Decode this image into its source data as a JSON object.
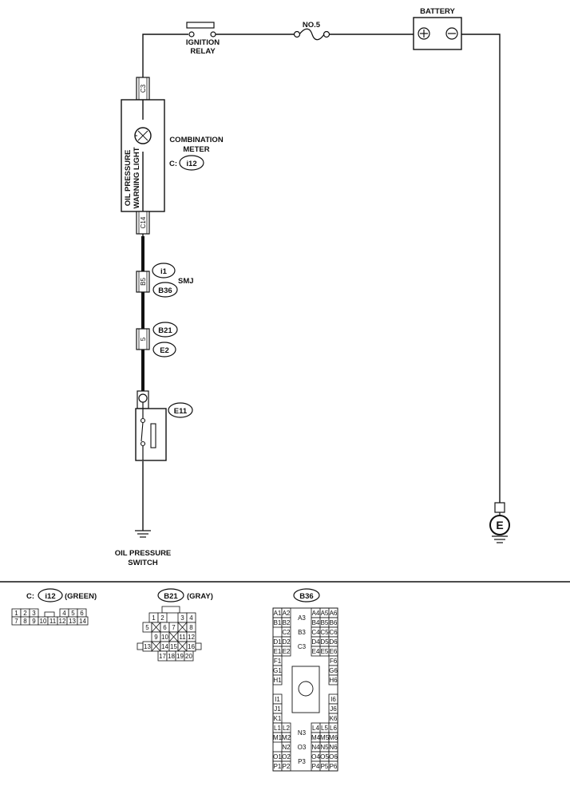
{
  "labels": {
    "battery": "BATTERY",
    "fuse": "NO.5",
    "ignition_relay_1": "IGNITION",
    "ignition_relay_2": "RELAY",
    "combination_meter_1": "COMBINATION",
    "combination_meter_2": "METER",
    "oil_light_1": "OIL PRESSURE",
    "oil_light_2": "WARNING LIGHT",
    "smj": "SMJ",
    "oil_switch_1": "OIL PRESSURE",
    "oil_switch_2": "SWITCH",
    "ground": "E",
    "c_prefix": "C:"
  },
  "connectors": {
    "c3": "C3",
    "c14": "C14",
    "b5": "B5",
    "pin5": "5",
    "i12": "i12",
    "i1": "i1",
    "b36": "B36",
    "b21": "B21",
    "e2": "E2",
    "e11": "E11"
  },
  "legend": {
    "i12": {
      "prefix": "C:",
      "id": "i12",
      "color": "(GREEN)",
      "row1": [
        "1",
        "2",
        "3",
        "4",
        "5",
        "6"
      ],
      "row2": [
        "7",
        "8",
        "9",
        "10",
        "11",
        "12",
        "13",
        "14"
      ]
    },
    "b21": {
      "id": "B21",
      "color": "(GRAY)",
      "pins": [
        "1",
        "2",
        "3",
        "4",
        "5",
        "6",
        "7",
        "8",
        "9",
        "10",
        "11",
        "12",
        "13",
        "14",
        "15",
        "16",
        "17",
        "18",
        "19",
        "20"
      ]
    },
    "b36": {
      "id": "B36",
      "left": [
        "A1",
        "A2",
        "B1",
        "B2",
        "C2",
        "D1",
        "D2",
        "E1",
        "E2",
        "F1",
        "G1",
        "H1",
        "I1",
        "J1",
        "K1",
        "L1",
        "L2",
        "M1",
        "M2",
        "N2",
        "O1",
        "O2",
        "P1",
        "P2"
      ],
      "right": [
        "A4",
        "A5",
        "A6",
        "B4",
        "B5",
        "B6",
        "C4",
        "C5",
        "C6",
        "D4",
        "D5",
        "D6",
        "E4",
        "E5",
        "E6",
        "F6",
        "G6",
        "H6",
        "I6",
        "J6",
        "K6",
        "L4",
        "L5",
        "L6",
        "M4",
        "M5",
        "M6",
        "N4",
        "N5",
        "N6",
        "O4",
        "O5",
        "O6",
        "P4",
        "P5",
        "P6"
      ],
      "middle": [
        "A3",
        "B3",
        "C3",
        "N3",
        "O3",
        "P3"
      ]
    }
  }
}
